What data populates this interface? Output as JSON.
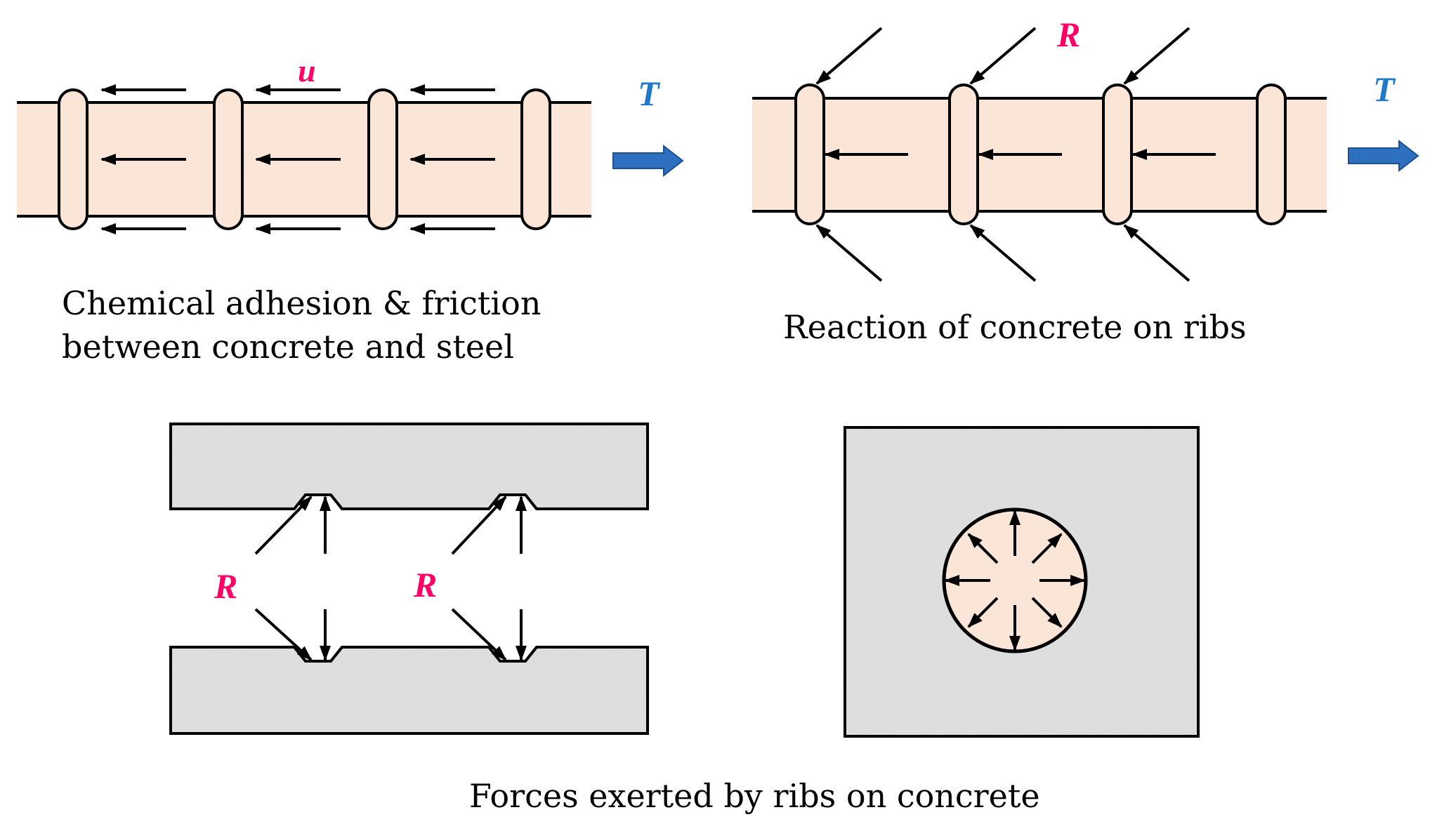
{
  "captions": {
    "adhesion_line1": "Chemical adhesion & friction",
    "adhesion_line2": "between concrete and steel",
    "reaction": "Reaction of concrete on ribs",
    "forces": "Forces exerted by ribs on concrete"
  },
  "symbols": {
    "bond_stress": "u",
    "tension": "T",
    "reaction": "R"
  },
  "colors": {
    "steel_fill": "#fbe5d6",
    "outline": "#000000",
    "symbol_pink": "#ff0066",
    "symbol_blue": "#1f78c8",
    "tension_arrow": "#2f6fc0",
    "concrete_fill": "#e6e6e6"
  }
}
